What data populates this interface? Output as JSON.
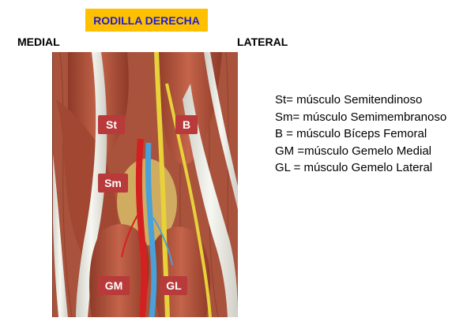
{
  "title": "RODILLA DERECHA",
  "labels": {
    "medial": "MEDIAL",
    "lateral": "LATERAL"
  },
  "tags": {
    "st": "St",
    "b": "B",
    "sm": "Sm",
    "gm": "GM",
    "gl": "GL"
  },
  "legend": [
    "St=  músculo Semitendinoso",
    "Sm= músculo Semimembranoso",
    "B = músculo Bíceps Femoral",
    "GM =músculo Gemelo Medial",
    "GL = músculo Gemelo Lateral"
  ],
  "colors": {
    "title_bg": "#ffc000",
    "title_text": "#1f1fd0",
    "tag_bg": "#b83a3a",
    "muscle": "#b4553a",
    "tendon": "#e8e8e2",
    "artery": "#d42020",
    "vein": "#4aa0d8",
    "nerve": "#e8d23a"
  }
}
